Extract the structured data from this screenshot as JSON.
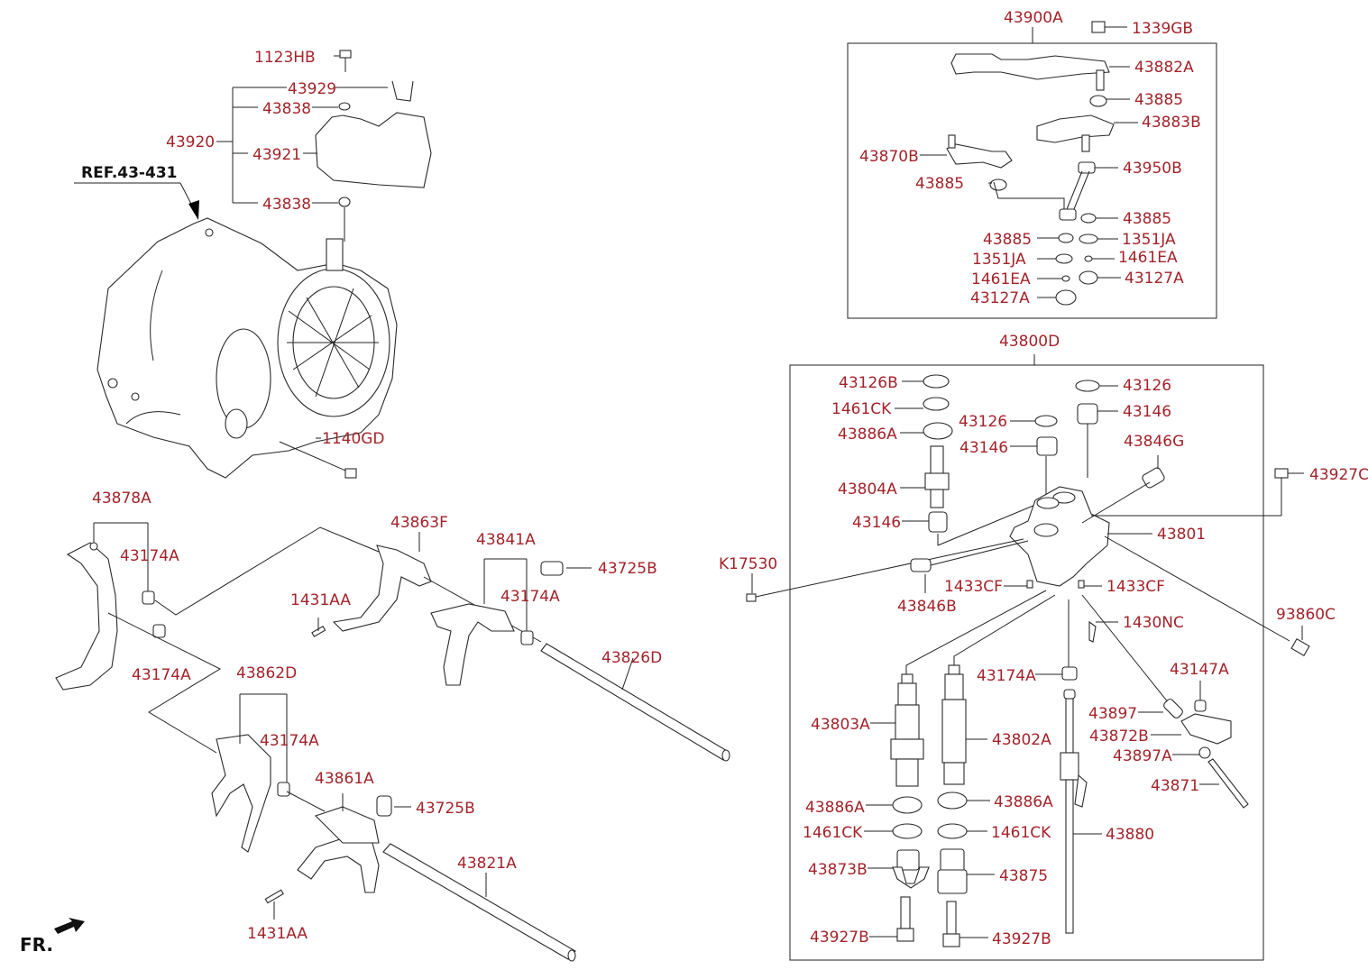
{
  "ref_label": "REF.43-431",
  "fr_label": "FR.",
  "labels": {
    "l_43900A": "43900A",
    "l_1339GB": "1339GB",
    "l_43882A": "43882A",
    "l_43885_a": "43885",
    "l_43883B": "43883B",
    "l_43870B": "43870B",
    "l_43950B": "43950B",
    "l_43885_b": "43885",
    "l_43885_c": "43885",
    "l_43885_d": "43885",
    "l_1351JA_a": "1351JA",
    "l_1351JA_b": "1351JA",
    "l_1461EA_a": "1461EA",
    "l_1461EA_b": "1461EA",
    "l_43127A_a": "43127A",
    "l_43127A_b": "43127A",
    "l_43800D": "43800D",
    "l_43126B": "43126B",
    "l_43126_a": "43126",
    "l_1461CK_a": "1461CK",
    "l_43126_b": "43126",
    "l_43146_a": "43146",
    "l_43886A_a": "43886A",
    "l_43146_b": "43146",
    "l_43846G": "43846G",
    "l_43804A": "43804A",
    "l_43927C": "43927C",
    "l_43146_c": "43146",
    "l_43801": "43801",
    "l_K17530": "K17530",
    "l_1433CF_a": "1433CF",
    "l_1433CF_b": "1433CF",
    "l_43846B": "43846B",
    "l_93860C": "93860C",
    "l_1430NC": "1430NC",
    "l_43147A": "43147A",
    "l_43174A_r": "43174A",
    "l_43897": "43897",
    "l_43803A": "43803A",
    "l_43802A": "43802A",
    "l_43872B": "43872B",
    "l_43897A": "43897A",
    "l_43871": "43871",
    "l_43886A_b": "43886A",
    "l_43886A_c": "43886A",
    "l_1461CK_b": "1461CK",
    "l_1461CK_c": "1461CK",
    "l_43880": "43880",
    "l_43873B": "43873B",
    "l_43875": "43875",
    "l_43927B_a": "43927B",
    "l_43927B_b": "43927B",
    "l_1123HB": "1123HB",
    "l_43929": "43929",
    "l_43838_a": "43838",
    "l_43920": "43920",
    "l_43921": "43921",
    "l_43838_b": "43838",
    "l_1140GD": "1140GD",
    "l_43878A": "43878A",
    "l_43174A_a": "43174A",
    "l_43174A_b": "43174A",
    "l_43863F": "43863F",
    "l_43841A": "43841A",
    "l_43725B_a": "43725B",
    "l_1431AA_a": "1431AA",
    "l_43174A_c": "43174A",
    "l_43826D": "43826D",
    "l_43862D": "43862D",
    "l_43174A_d": "43174A",
    "l_43861A": "43861A",
    "l_43725B_b": "43725B",
    "l_43821A": "43821A",
    "l_1431AA_b": "1431AA"
  },
  "colors": {
    "label": "#a3232a",
    "line": "#222222"
  }
}
